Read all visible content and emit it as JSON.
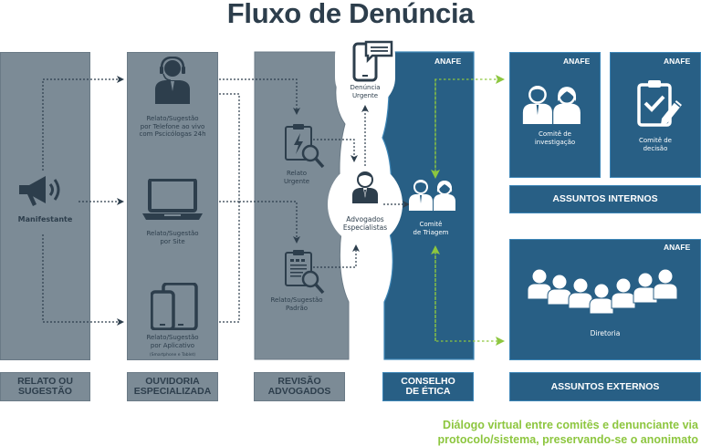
{
  "title": "Fluxo de Denúncia",
  "colors": {
    "gray_panel": "#7c8b96",
    "blue_panel": "#285f85",
    "dark_text": "#2d3e4c",
    "accent_green": "#8dc63f"
  },
  "columns": {
    "relato": {
      "label": "RELATO OU\nSUGESTÃO",
      "label_line1": "RELATO OU",
      "label_line2": "SUGESTÃO",
      "nodes": [
        {
          "icon": "megaphone-icon",
          "caption": "Manifestante"
        }
      ]
    },
    "ouvidoria": {
      "label_line1": "OUVIDORIA",
      "label_line2": "ESPECIALIZADA",
      "nodes": [
        {
          "icon": "headset-operator-icon",
          "caption": "Relato/Sugestão\npor Telefone ao vivo\ncom Pscicólogas 24h"
        },
        {
          "icon": "laptop-icon",
          "caption": "Relato/Sugestão\npor Site"
        },
        {
          "icon": "smartphone-tablet-icon",
          "caption": "Relato/Sugestão\npor Aplicativo",
          "sub_caption": "(Smartphone e Tablet)"
        }
      ]
    },
    "revisao": {
      "label_line1": "REVISÃO",
      "label_line2": "ADVOGADOS",
      "nodes": [
        {
          "icon": "urgent-clipboard-icon",
          "caption": "Relato\nUrgente"
        },
        {
          "icon": "standard-clipboard-icon",
          "caption": "Relato/Sugestão\nPadrão"
        }
      ]
    },
    "hub": {
      "nodes": [
        {
          "icon": "phone-message-icon",
          "caption": "Denúncia\nUrgente"
        },
        {
          "icon": "lawyer-icon",
          "caption": "Advogados\nEspecialistas"
        }
      ]
    },
    "conselho": {
      "label_line1": "CONSELHO",
      "label_line2": "DE ÉTICA",
      "badge": "ANAFE",
      "nodes": [
        {
          "icon": "committee-icon",
          "caption": "Comitê\nde Triagem"
        }
      ]
    },
    "internos": {
      "label": "ASSUNTOS INTERNOS",
      "panels": [
        {
          "badge": "ANAFE",
          "icon": "committee-icon",
          "caption": "Comitê de\ninvestigação"
        },
        {
          "badge": "ANAFE",
          "icon": "clipboard-check-pencil-icon",
          "caption": "Comitê de\ndecisão"
        }
      ]
    },
    "externos": {
      "label": "ASSUNTOS EXTERNOS",
      "badge": "ANAFE",
      "icon": "board-group-icon",
      "caption": "Diretoria"
    }
  },
  "footer_line1": "Diálogo virtual entre comitês e denunciante via",
  "footer_line2": "protocolo/sistema, preservando-se o anonimato"
}
